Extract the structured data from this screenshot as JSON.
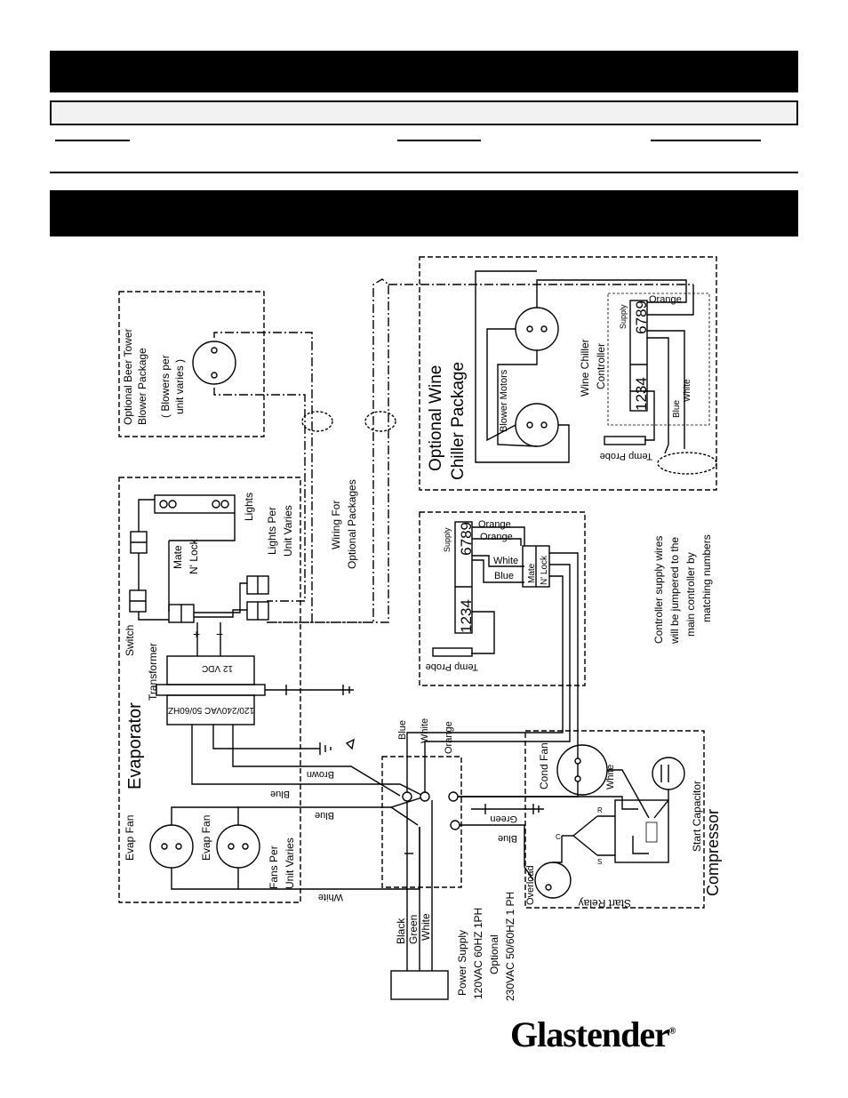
{
  "labels": {
    "beer_tower": [
      "Optional Beer Tower",
      "Blower Package",
      "( Blowers per",
      "unit varies )"
    ],
    "wine_chiller": [
      "Optional Wine",
      "Chiller Package"
    ],
    "blower_motors": "Blower Motors",
    "wine_controller": [
      "Wine Chiller",
      "Controller"
    ],
    "supply": "Supply",
    "terminals_left": "1234",
    "terminals_right": "6789",
    "temp_probe": "Temp Probe",
    "orange": "Orange",
    "white": "White",
    "blue": "Blue",
    "brown": "Brown",
    "green": "Green",
    "black": "Black",
    "lights": "Lights",
    "lights_per": [
      "Lights Per",
      "Unit Varies"
    ],
    "mate_lock": [
      "Mate",
      "N' Lock"
    ],
    "wiring_optional": [
      "Wiring For",
      "Optional Packages"
    ],
    "switch": "Switch",
    "transformer": "Transformer",
    "vdc": "12 VDC",
    "vac": "120/240VAC 50/60HZ",
    "evaporator": "Evaporator",
    "evap_fan": "Evap Fan",
    "fans_per": [
      "Fans Per",
      "Unit Varies"
    ],
    "power_supply": [
      "Power Supply",
      "120VAC 60HZ 1PH",
      "Optional",
      "230VAC 50/60HZ 1 PH"
    ],
    "cond_fan": "Cond Fan",
    "start_capacitor": "Start Capacitor",
    "start_relay": "Start Relay",
    "compressor": "Compressor",
    "overload": "Overload",
    "relay_c": "C",
    "relay_r": "R",
    "relay_s": "S",
    "plus": "+",
    "minus": "−",
    "controller_note": [
      "Controller supply wires",
      "will be jumpered to the",
      "main controller by",
      "matching numbers"
    ]
  },
  "logo": {
    "text": "Glastender",
    "mark": "®"
  }
}
